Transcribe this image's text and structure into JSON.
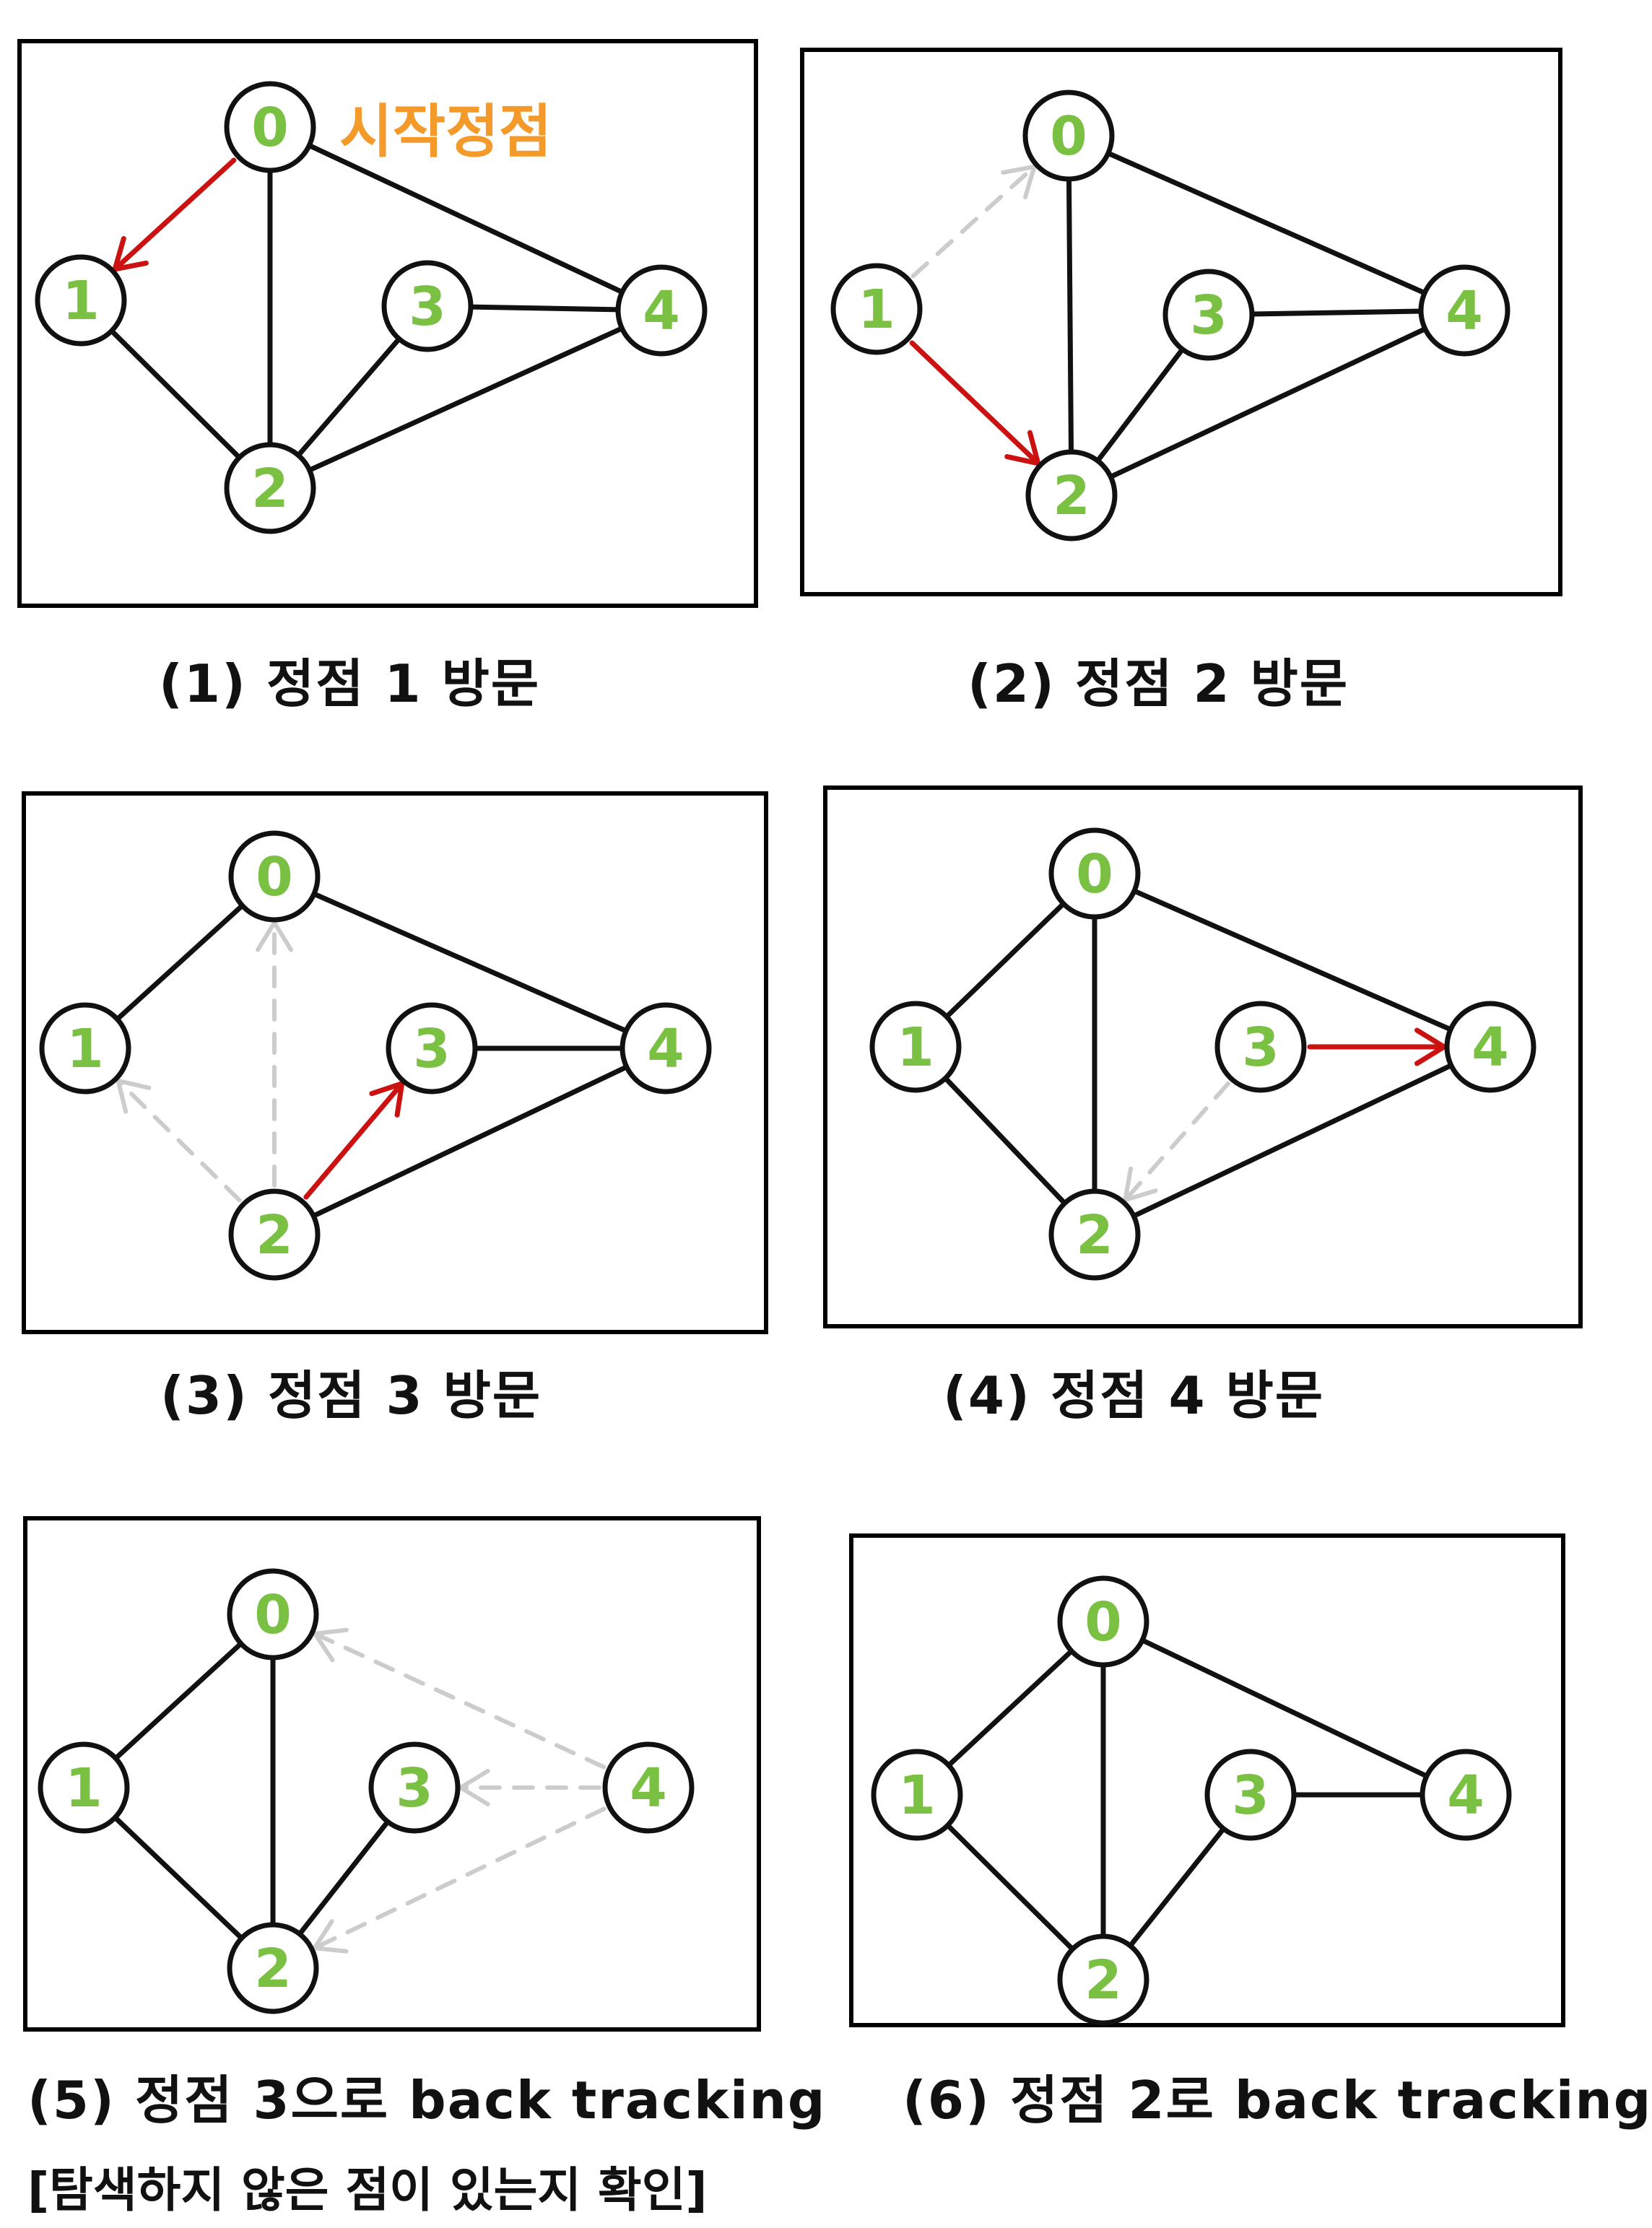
{
  "colors": {
    "edge": "#111111",
    "traversal": "#cc1111",
    "backtrack": "#cccccc",
    "node_label": "#7ac143",
    "start_label": "#f39a2b"
  },
  "start_label": "시작정점",
  "panels": [
    {
      "caption": "(1) 정점 1 방문",
      "nodes": [
        {
          "id": "0",
          "label": "0"
        },
        {
          "id": "1",
          "label": "1"
        },
        {
          "id": "2",
          "label": "2"
        },
        {
          "id": "3",
          "label": "3"
        },
        {
          "id": "4",
          "label": "4"
        }
      ],
      "edges": [
        [
          "1",
          "2"
        ],
        [
          "0",
          "2"
        ],
        [
          "0",
          "4"
        ],
        [
          "2",
          "3"
        ],
        [
          "3",
          "4"
        ],
        [
          "2",
          "4"
        ]
      ],
      "arrows": [
        {
          "from": "0",
          "to": "1",
          "style": "traversal"
        }
      ]
    },
    {
      "caption": "(2) 정점 2 방문",
      "nodes": [
        {
          "id": "0",
          "label": "0"
        },
        {
          "id": "1",
          "label": "1"
        },
        {
          "id": "2",
          "label": "2"
        },
        {
          "id": "3",
          "label": "3"
        },
        {
          "id": "4",
          "label": "4"
        }
      ],
      "edges": [
        [
          "0",
          "2"
        ],
        [
          "0",
          "4"
        ],
        [
          "2",
          "3"
        ],
        [
          "3",
          "4"
        ],
        [
          "2",
          "4"
        ]
      ],
      "arrows": [
        {
          "from": "1",
          "to": "0",
          "style": "backtrack"
        },
        {
          "from": "1",
          "to": "2",
          "style": "traversal"
        }
      ]
    },
    {
      "caption": "(3) 정점 3 방문",
      "nodes": [
        {
          "id": "0",
          "label": "0"
        },
        {
          "id": "1",
          "label": "1"
        },
        {
          "id": "2",
          "label": "2"
        },
        {
          "id": "3",
          "label": "3"
        },
        {
          "id": "4",
          "label": "4"
        }
      ],
      "edges": [
        [
          "0",
          "1"
        ],
        [
          "0",
          "4"
        ],
        [
          "3",
          "4"
        ],
        [
          "2",
          "4"
        ]
      ],
      "arrows": [
        {
          "from": "2",
          "to": "0",
          "style": "backtrack"
        },
        {
          "from": "2",
          "to": "1",
          "style": "backtrack"
        },
        {
          "from": "2",
          "to": "3",
          "style": "traversal"
        }
      ]
    },
    {
      "caption": "(4) 정점 4 방문",
      "nodes": [
        {
          "id": "0",
          "label": "0"
        },
        {
          "id": "1",
          "label": "1"
        },
        {
          "id": "2",
          "label": "2"
        },
        {
          "id": "3",
          "label": "3"
        },
        {
          "id": "4",
          "label": "4"
        }
      ],
      "edges": [
        [
          "0",
          "1"
        ],
        [
          "1",
          "2"
        ],
        [
          "0",
          "2"
        ],
        [
          "0",
          "4"
        ],
        [
          "2",
          "4"
        ]
      ],
      "arrows": [
        {
          "from": "3",
          "to": "2",
          "style": "backtrack"
        },
        {
          "from": "3",
          "to": "4",
          "style": "traversal"
        }
      ]
    },
    {
      "caption": "(5) 정점 3으로 back tracking",
      "caption2": "[탐색하지 않은 점이 있는지 확인]",
      "nodes": [
        {
          "id": "0",
          "label": "0"
        },
        {
          "id": "1",
          "label": "1"
        },
        {
          "id": "2",
          "label": "2"
        },
        {
          "id": "3",
          "label": "3"
        },
        {
          "id": "4",
          "label": "4"
        }
      ],
      "edges": [
        [
          "0",
          "1"
        ],
        [
          "1",
          "2"
        ],
        [
          "0",
          "2"
        ],
        [
          "2",
          "3"
        ]
      ],
      "arrows": [
        {
          "from": "4",
          "to": "0",
          "style": "backtrack"
        },
        {
          "from": "4",
          "to": "3",
          "style": "backtrack"
        },
        {
          "from": "4",
          "to": "2",
          "style": "backtrack"
        }
      ]
    },
    {
      "caption": "(6) 정점 2로 back tracking",
      "nodes": [
        {
          "id": "0",
          "label": "0"
        },
        {
          "id": "1",
          "label": "1"
        },
        {
          "id": "2",
          "label": "2"
        },
        {
          "id": "3",
          "label": "3"
        },
        {
          "id": "4",
          "label": "4"
        }
      ],
      "edges": [
        [
          "0",
          "1"
        ],
        [
          "1",
          "2"
        ],
        [
          "0",
          "2"
        ],
        [
          "0",
          "4"
        ],
        [
          "2",
          "3"
        ],
        [
          "3",
          "4"
        ]
      ],
      "arrows": []
    }
  ]
}
